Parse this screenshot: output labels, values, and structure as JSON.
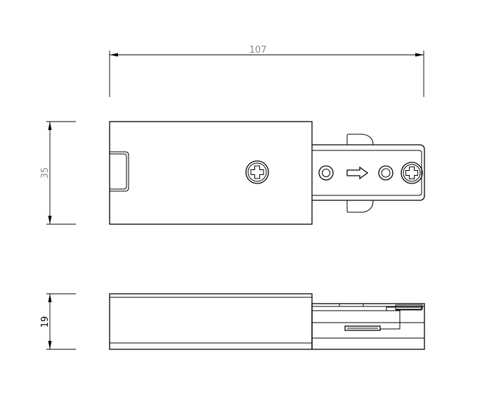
{
  "dimensions": {
    "overall_length": "107",
    "height_top_view": "35",
    "height_side_view": "19"
  },
  "colors": {
    "line": "#000000",
    "dimension_text": "#8a8a8a",
    "background": "#ffffff"
  },
  "icons": [
    "phillips-screw-icon",
    "arrow-right-icon",
    "terminal-hole-icon"
  ]
}
